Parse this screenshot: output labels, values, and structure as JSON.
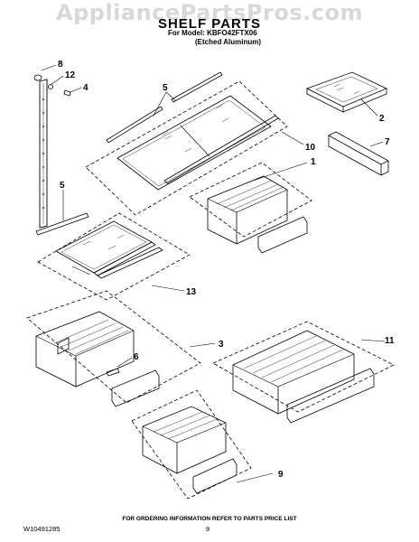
{
  "watermark": "AppliancePartsPros.com",
  "title": "SHELF PARTS",
  "model_line": "For Model: KBFO42FTX06",
  "finish_line": "(Etched Aluminum)",
  "footer": {
    "doc_number": "W10491285",
    "ordering_info": "FOR ORDERING INFORMATION REFER TO PARTS PRICE LIST",
    "page_number": "9"
  },
  "callouts": {
    "c8": "8",
    "c12": "12",
    "c4": "4",
    "c5_top": "5",
    "c2": "2",
    "c7": "7",
    "c10": "10",
    "c1": "1",
    "c5_left": "5",
    "c13": "13",
    "c3": "3",
    "c6": "6",
    "c11": "11",
    "c9": "9"
  }
}
